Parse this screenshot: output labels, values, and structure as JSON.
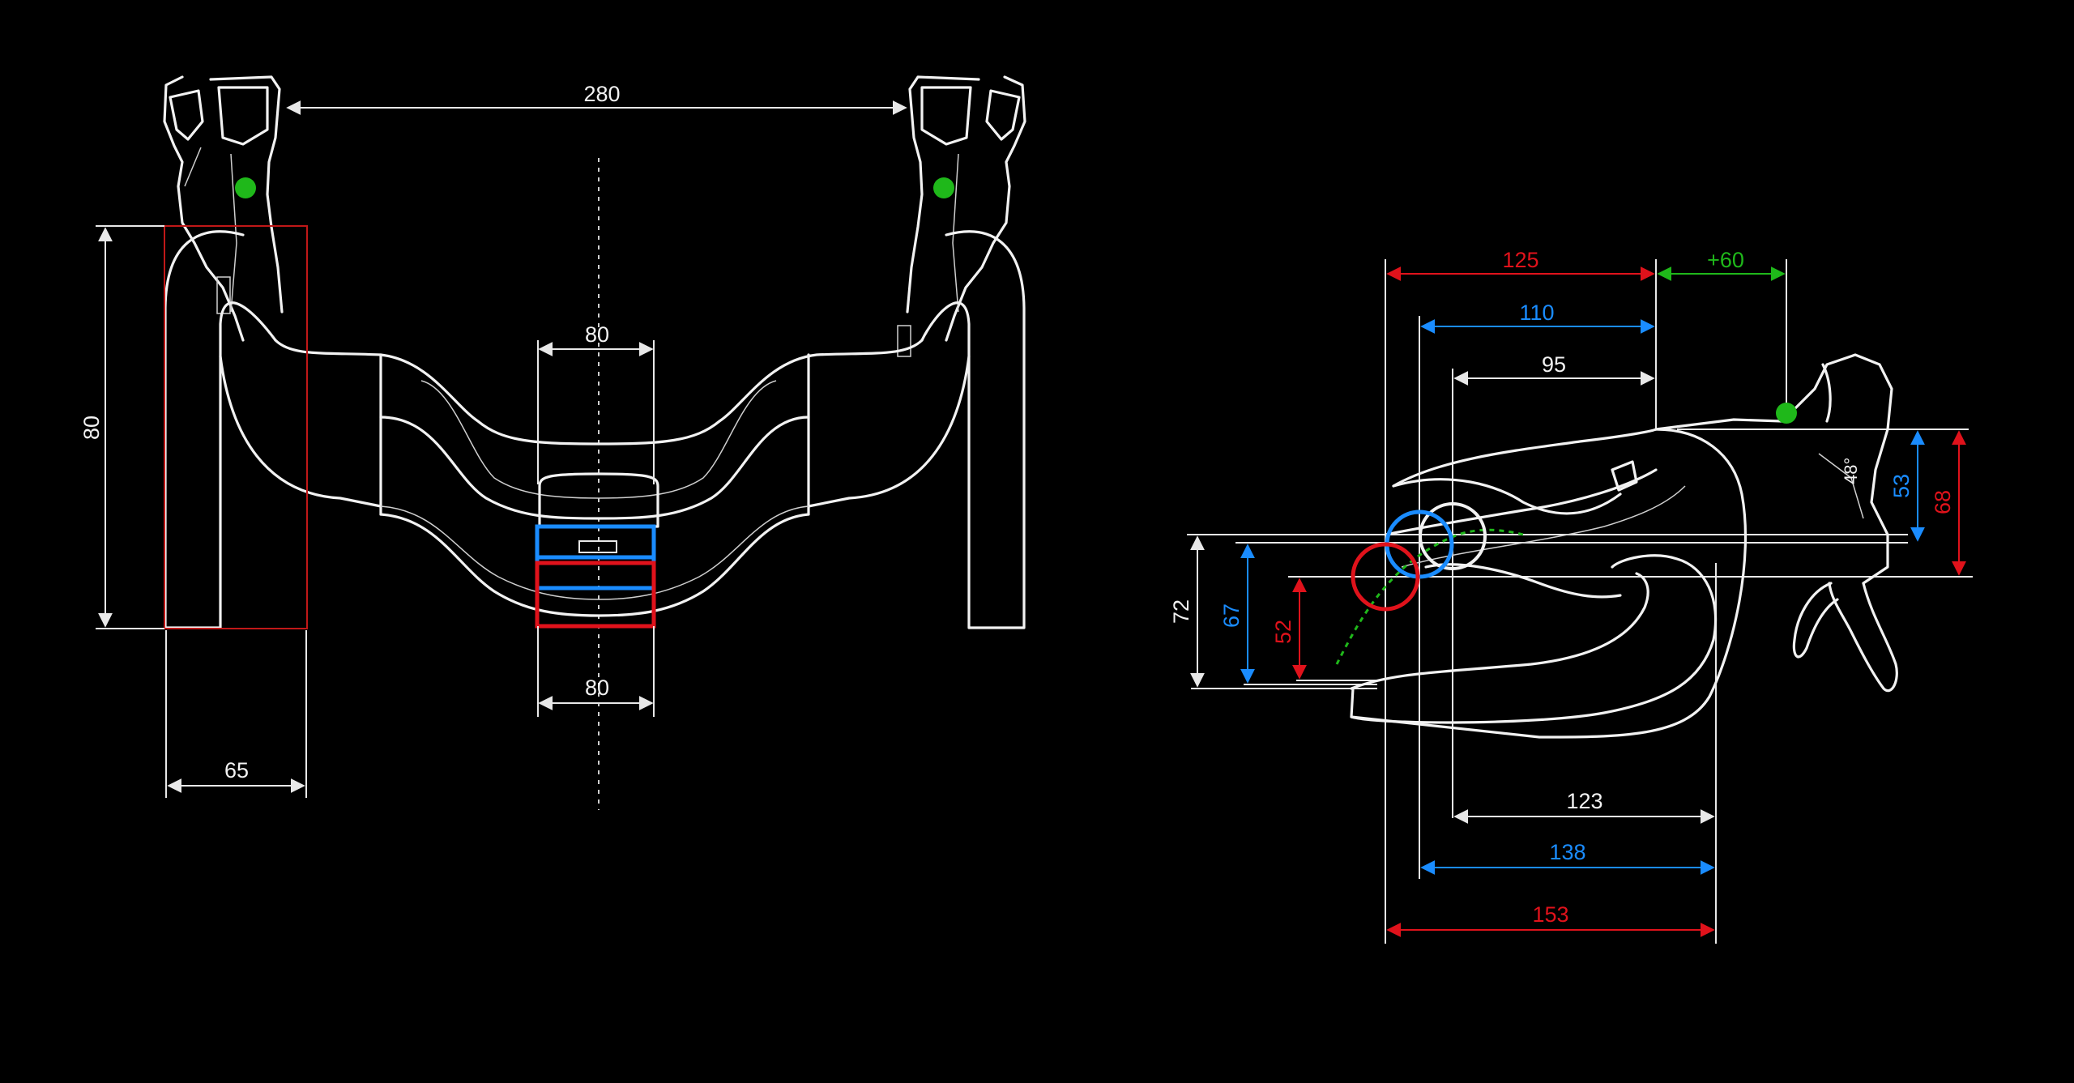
{
  "front_view": {
    "width_label": "280",
    "stem_top_label": "80",
    "stem_bottom_label": "80",
    "drop_label": "80",
    "reach_label": "65"
  },
  "side_view": {
    "reach_red": "125",
    "plus_green": "+60",
    "reach_blue": "110",
    "reach_white": "95",
    "lower_white": "123",
    "lower_blue": "138",
    "lower_red": "153",
    "drop_white": "72",
    "drop_blue": "67",
    "drop_red": "52",
    "hood_blue": "53",
    "hood_red": "68",
    "angle_label": "48°"
  },
  "colors": {
    "red": "#e0121b",
    "blue": "#1a8cff",
    "green": "#1fb81a",
    "white": "#f2f2f2",
    "background": "#000000"
  }
}
